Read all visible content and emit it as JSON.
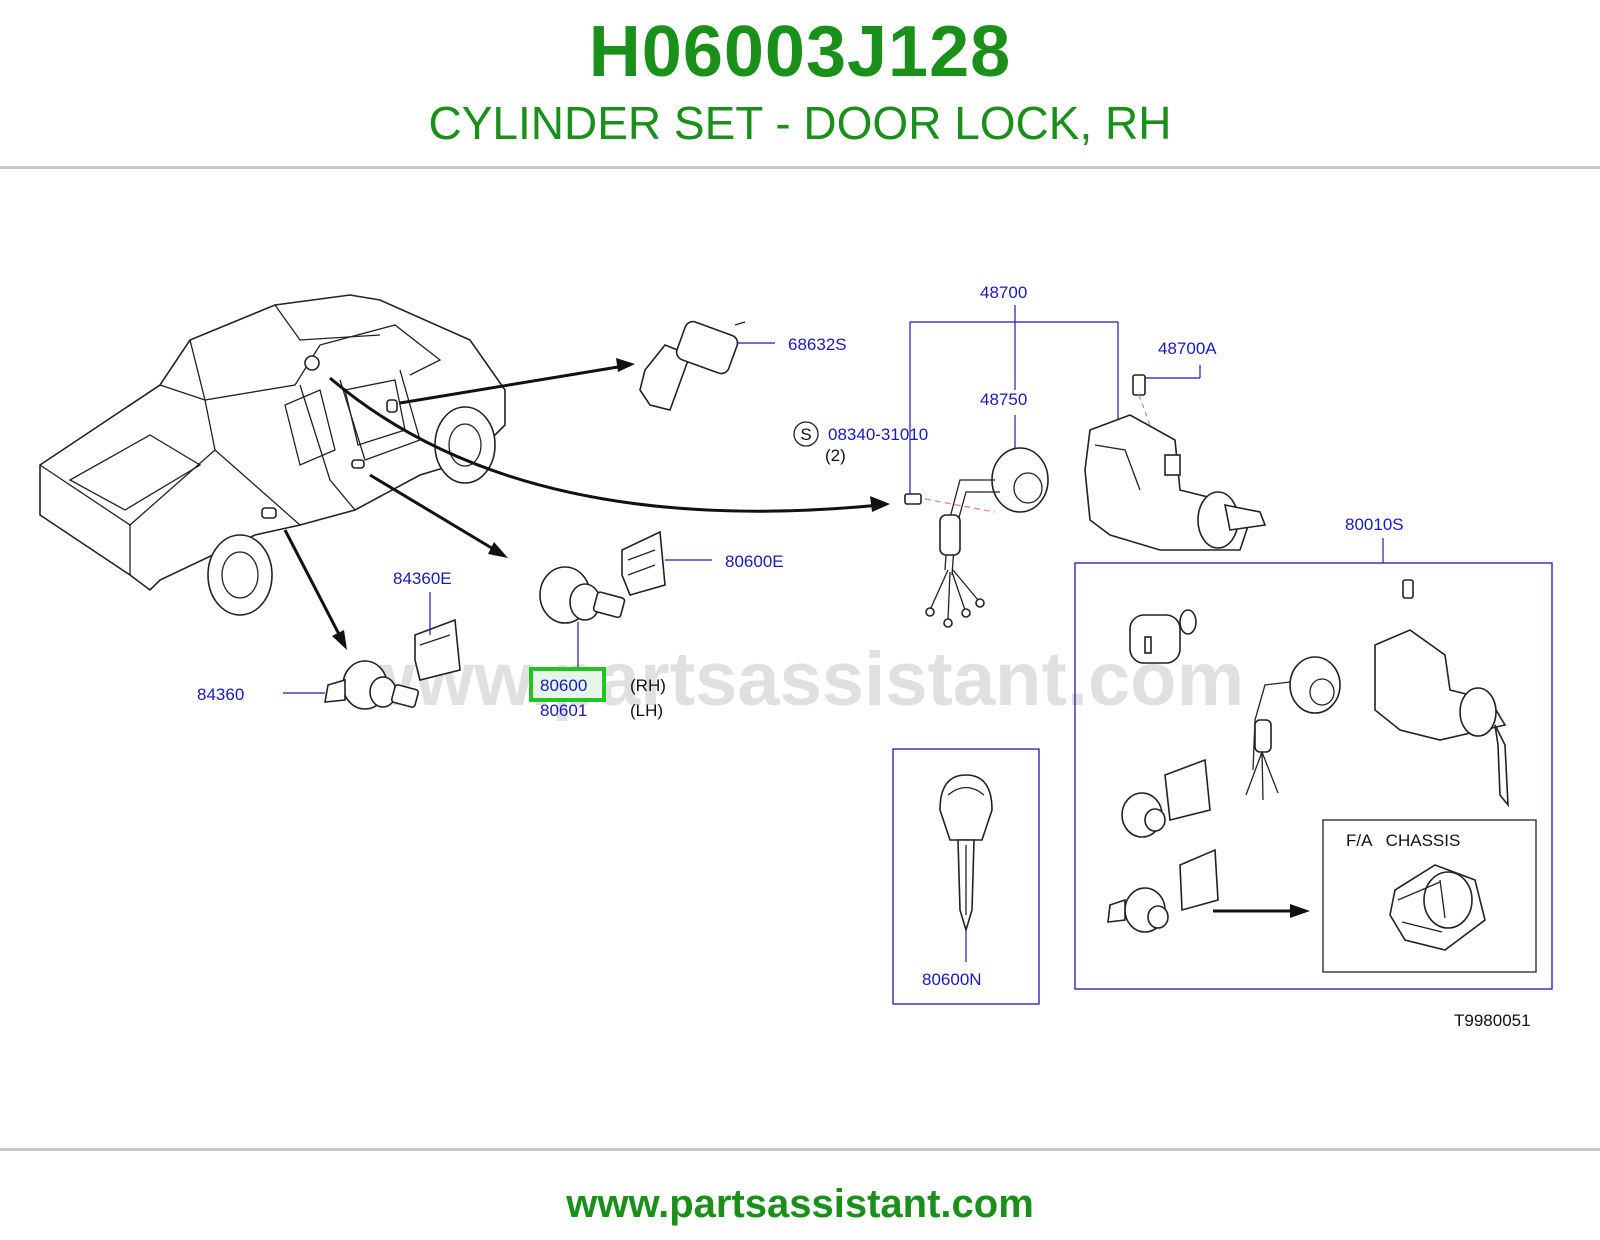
{
  "header": {
    "part_number": "H06003J128",
    "part_name": "CYLINDER SET - DOOR LOCK, RH"
  },
  "diagram": {
    "watermark": "www.partsassistant.com",
    "figure_code": "T9980051",
    "callouts": {
      "c68632S": "68632S",
      "c48700": "48700",
      "c48700A": "48700A",
      "c48750": "48750",
      "s_symbol": "S",
      "c08340": "08340-31010",
      "qty2": "(2)",
      "c80010S": "80010S",
      "c80600E": "80600E",
      "c84360E": "84360E",
      "c84360": "84360",
      "c80600": "80600",
      "rh": "(RH)",
      "c80601": "80601",
      "lh": "(LH)",
      "c80600N": "80600N",
      "fa_chassis": "F/A   CHASSIS"
    },
    "highlighted_part": "80600",
    "highlight_color": "#22c322",
    "callout_color": "#1a1ab5"
  },
  "footer": {
    "url": "www.partsassistant.com"
  }
}
